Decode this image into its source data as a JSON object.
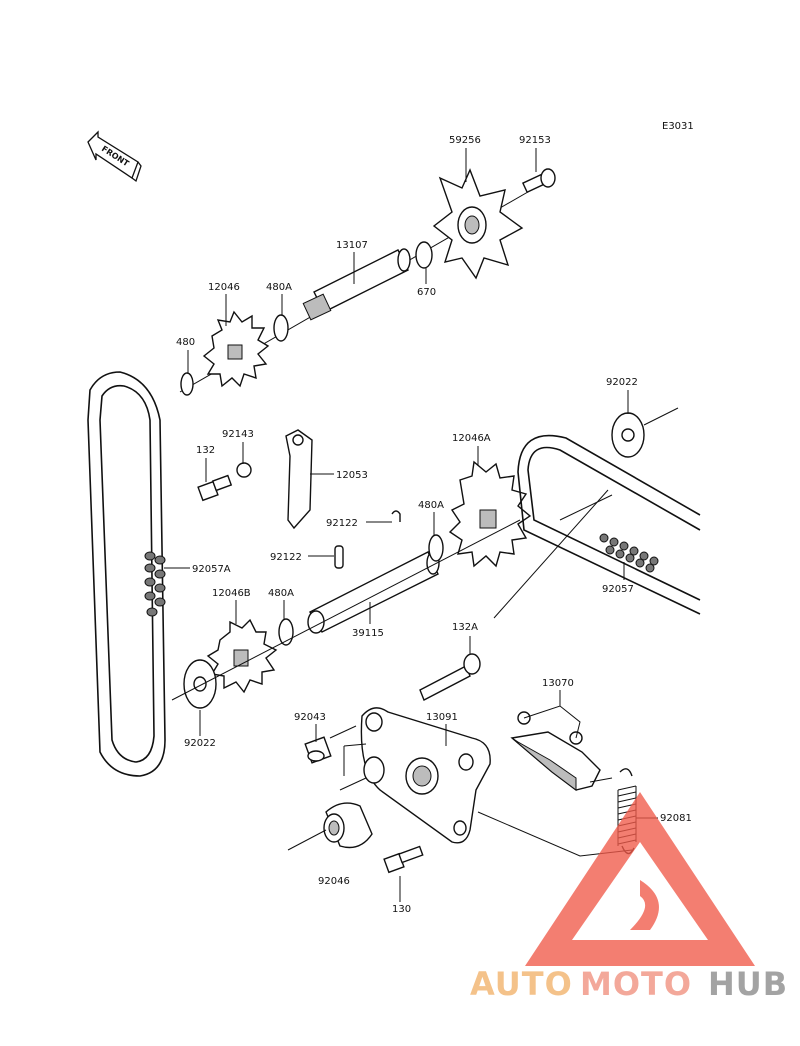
{
  "diagram": {
    "code": "E3031",
    "front_label": "FRONT",
    "parts": [
      {
        "id": "59256"
      },
      {
        "id": "92153"
      },
      {
        "id": "13107"
      },
      {
        "id": "670"
      },
      {
        "id": "12046"
      },
      {
        "id": "480A"
      },
      {
        "id": "480"
      },
      {
        "id": "92022"
      },
      {
        "id": "92143"
      },
      {
        "id": "132"
      },
      {
        "id": "12053"
      },
      {
        "id": "12046A"
      },
      {
        "id": "92122"
      },
      {
        "id": "480A"
      },
      {
        "id": "92122"
      },
      {
        "id": "92057A"
      },
      {
        "id": "12046B"
      },
      {
        "id": "480A"
      },
      {
        "id": "39115"
      },
      {
        "id": "92057"
      },
      {
        "id": "132A"
      },
      {
        "id": "13070"
      },
      {
        "id": "92043"
      },
      {
        "id": "13091"
      },
      {
        "id": "92022"
      },
      {
        "id": "92081"
      },
      {
        "id": "92046"
      },
      {
        "id": "130"
      }
    ]
  },
  "watermark": {
    "part1": "AUTO",
    "part2": "MOTO",
    "part3": "HUB",
    "color_auto": "#f2b16a",
    "color_moto": "#f0907e",
    "color_hub": "#8a8a8a",
    "color_triangle": "#f05a4a"
  }
}
